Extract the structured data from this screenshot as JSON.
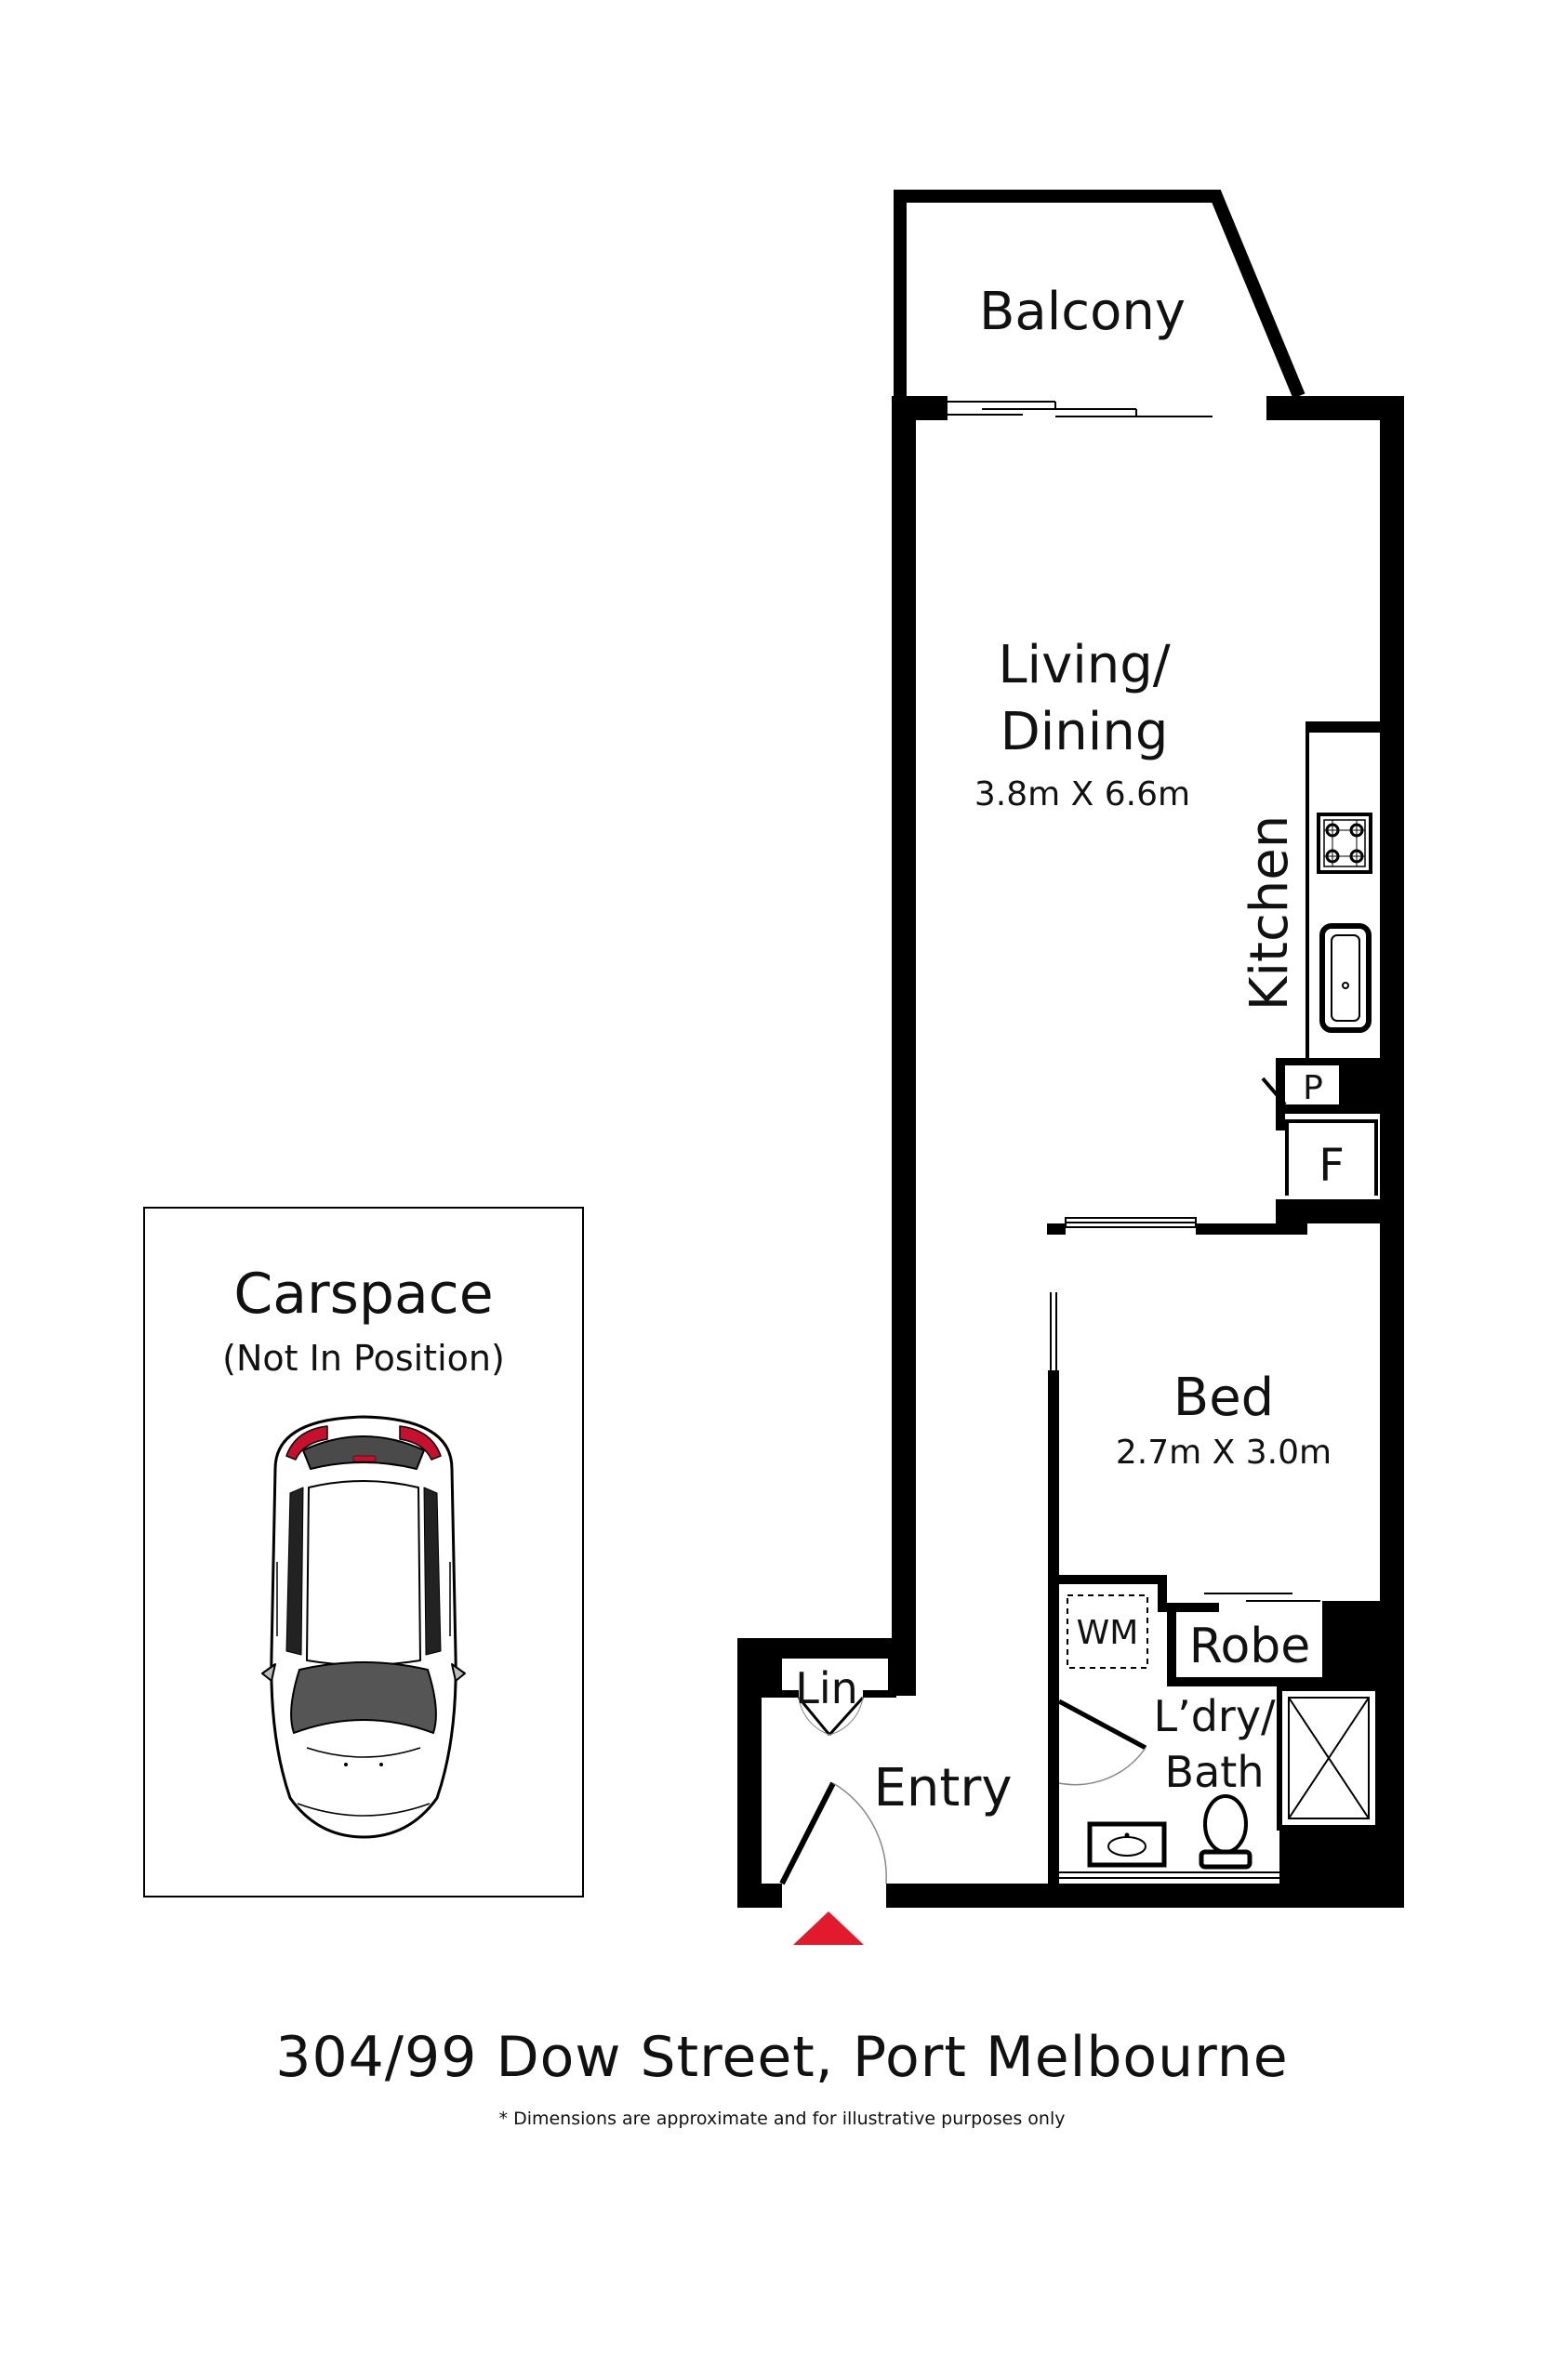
{
  "rooms": {
    "balcony": "Balcony",
    "living": "Living/",
    "living2": "Dining",
    "living_dim": "3.8m X 6.6m",
    "kitchen": "Kitchen",
    "pantry": "P",
    "fridge": "F",
    "bed": "Bed",
    "bed_dim": "2.7m X 3.0m",
    "wm": "WM",
    "robe": "Robe",
    "laundry": "L’dry/",
    "laundry2": "Bath",
    "linen": "Lin",
    "entry": "Entry"
  },
  "carspace": {
    "title": "Carspace",
    "subtitle": "(Not In Position)"
  },
  "address": "304/99 Dow Street, Port Melbourne",
  "disclaimer": "* Dimensions are approximate and for illustrative purposes only",
  "colors": {
    "wall": "#000000",
    "entry_marker": "#e21b2c",
    "car_light": "#c8102e"
  }
}
